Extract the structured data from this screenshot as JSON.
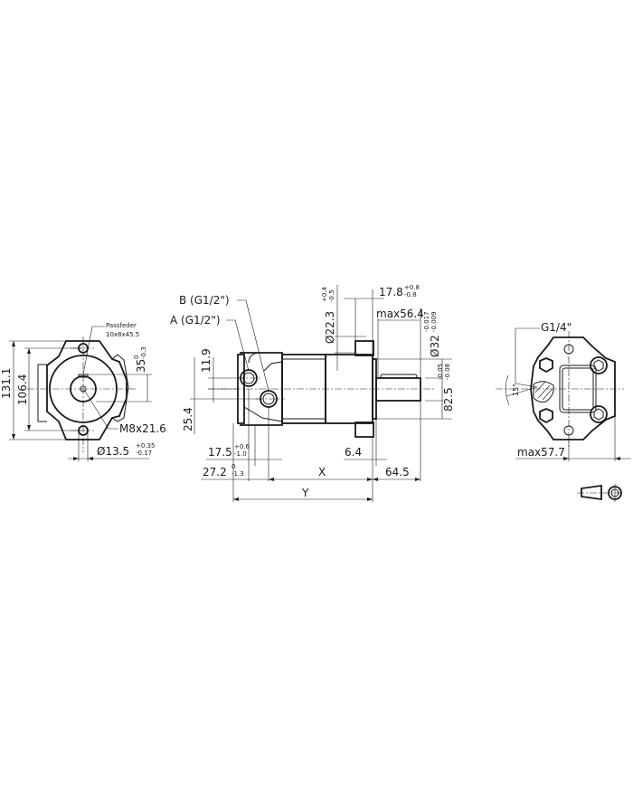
{
  "drawing": {
    "type": "hydraulic motor technical drawing",
    "views": [
      "front-view",
      "side-view",
      "rear-view"
    ]
  },
  "front_view": {
    "passfeder_label": "Passfeder",
    "passfeder_spec": "10x8x45.5",
    "dim_height_total": "131.1",
    "dim_height_holes": "106.4",
    "dim_key_base": "35",
    "dim_key_tol_upper": "0",
    "dim_key_tol_lower": "-0.3",
    "thread_label": "M8x21.6",
    "dia_hole_symbol": "Ø",
    "dia_hole_value": "13.5",
    "dia_hole_tol_upper": "+0.35",
    "dia_hole_tol_lower": "-0.17"
  },
  "side_view": {
    "port_b": "B (G1/2\")",
    "port_a": "A (G1/2\")",
    "dim_11_9": "11.9",
    "dim_25_4": "25.4",
    "dia_22_3": "Ø22.3",
    "dia_22_3_tol_upper": "+0.4",
    "dia_22_3_tol_lower": "-0.5",
    "dim_17_8": "17.8",
    "dim_17_8_tol_upper": "+0.8",
    "dim_17_8_tol_lower": "-0.8",
    "dim_max56_4": "max56.4",
    "dia_32": "Ø32",
    "dia_32_tol_upper": "-0.017",
    "dia_32_tol_lower": "-0.009",
    "dim_82_5": "82.5",
    "dim_82_5_tol_upper": "-0.05",
    "dim_82_5_tol_lower": "-0.08",
    "dim_17_5": "17.5",
    "dim_17_5_tol_upper": "+0.6",
    "dim_17_5_tol_lower": "-1.0",
    "dim_27_2": "27.2",
    "dim_27_2_tol_upper": "0",
    "dim_27_2_tol_lower": "-1.3",
    "dim_6_4": "6.4",
    "dim_x": "X",
    "dim_64_5": "64.5",
    "dim_y": "Y"
  },
  "rear_view": {
    "port_label": "G1/4\"",
    "angle_label": "15°",
    "dim_max57_7": "max57.7"
  },
  "projection_symbol": {
    "name": "first-angle projection symbol"
  }
}
